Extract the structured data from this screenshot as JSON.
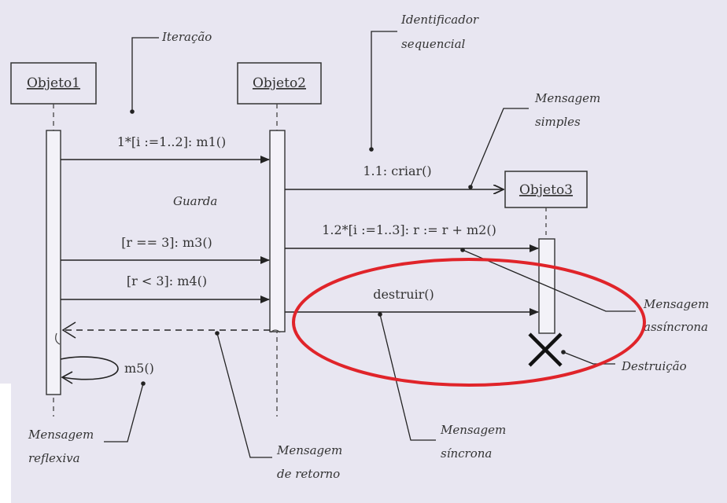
{
  "objects": {
    "o1": "Objeto1",
    "o2": "Objeto2",
    "o3": "Objeto3"
  },
  "messages": {
    "m1": "1*[i :=1..2]: m1()",
    "criar": "1.1: criar()",
    "m3": "[r == 3]: m3()",
    "m4": "[r < 3]: m4()",
    "m2": "1.2*[i :=1..3]: r := r + m2()",
    "destruir": "destruir()",
    "m5": "m5()"
  },
  "annotations": {
    "iteracao": "Iteração",
    "identificador_1": "Identificador",
    "identificador_2": "sequencial",
    "simples_1": "Mensagem",
    "simples_2": "simples",
    "guarda": "Guarda",
    "assincrona_1": "Mensagem",
    "assincrona_2": "assíncrona",
    "destruicao": "Destruição",
    "reflexiva_1": "Mensagem",
    "reflexiva_2": "reflexiva",
    "retorno_1": "Mensagem",
    "retorno_2": "de retorno",
    "sincrona_1": "Mensagem",
    "sincrona_2": "síncrona"
  },
  "colors": {
    "background": "#e8e6f1",
    "ink": "#222222",
    "highlight": "#e0242a"
  }
}
